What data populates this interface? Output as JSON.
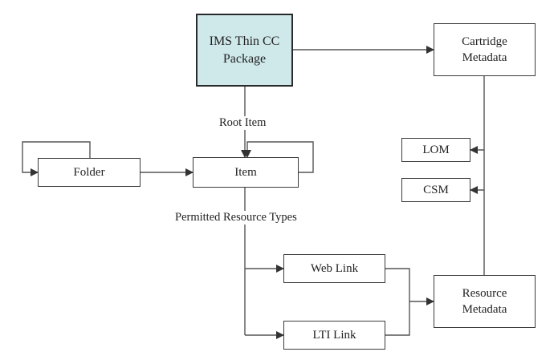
{
  "nodes": {
    "package": "IMS Thin CC Package",
    "cartridge_metadata": "Cartridge Metadata",
    "lom": "LOM",
    "csm": "CSM",
    "folder": "Folder",
    "item": "Item",
    "web_link": "Web Link",
    "lti_link": "LTI Link",
    "resource_metadata": "Resource Metadata"
  },
  "edge_labels": {
    "root_item": "Root Item",
    "permitted_resource_types": "Permitted Resource Types"
  },
  "colors": {
    "package_fill": "#cfe8ea",
    "stroke": "#3a3a3a"
  }
}
